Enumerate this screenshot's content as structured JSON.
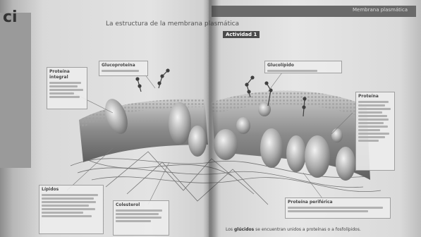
{
  "header": {
    "right_title": "Membrana plasmática"
  },
  "left_page": {
    "logo": "ci",
    "title": "La estructura de la membrana plasmática"
  },
  "right_page": {
    "activity_label": "Actividad 1"
  },
  "callouts": [
    {
      "id": "proteina-integral",
      "title": "Proteína integral"
    },
    {
      "id": "glucoproteina",
      "title": "Glucoproteína"
    },
    {
      "id": "glucolipido",
      "title": "Glucolípido"
    },
    {
      "id": "proteina",
      "title": "Proteína"
    },
    {
      "id": "lipidos",
      "title": "Lípidos"
    },
    {
      "id": "colesterol",
      "title": "Colesterol"
    },
    {
      "id": "proteina-periferica",
      "title": "Proteína periférica"
    }
  ],
  "caption": {
    "prefix": "Los",
    "bold": "glúcidos",
    "suffix": "se encuentran unidos a proteínas o a fosfolípidos."
  },
  "colors": {
    "page_light": "#e3e3e3",
    "header_bar": "#6a6a6a",
    "membrane_dark": "#777777"
  }
}
